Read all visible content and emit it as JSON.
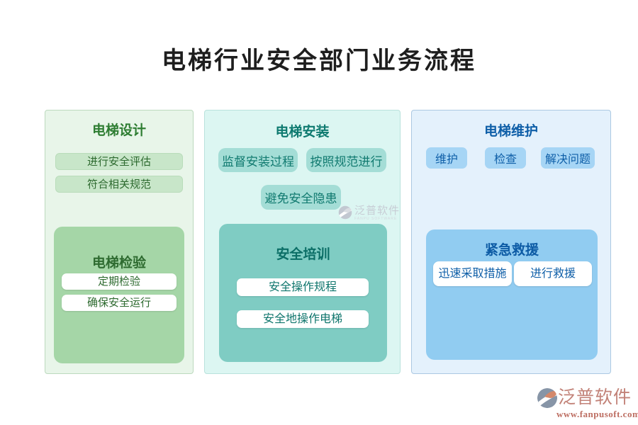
{
  "page": {
    "title": "电梯行业安全部门业务流程"
  },
  "columns": [
    {
      "header": "电梯设计",
      "items": [
        "进行安全评估",
        "符合相关规范"
      ],
      "subpanel": {
        "header": "电梯检验",
        "items": [
          "定期检验",
          "确保安全运行"
        ]
      },
      "theme": {
        "bg": "#e8f5e9",
        "pill_bg": "#c8e6c9",
        "subpanel_bg": "#a5d6a7",
        "text": "#2e7d32"
      }
    },
    {
      "header": "电梯安装",
      "items": [
        "监督安装过程",
        "按照规范进行",
        "避免安全隐患"
      ],
      "subpanel": {
        "header": "安全培训",
        "items": [
          "安全操作规程",
          "安全地操作电梯"
        ]
      },
      "theme": {
        "bg": "#dcf6f2",
        "pill_bg": "#a4ddd6",
        "subpanel_bg": "#7fccc3",
        "text": "#0e7a70"
      }
    },
    {
      "header": "电梯维护",
      "items": [
        "维护",
        "检查",
        "解决问题"
      ],
      "subpanel": {
        "header": "紧急救援",
        "items": [
          "迅速采取措施",
          "进行救援"
        ]
      },
      "theme": {
        "bg": "#e4f1fc",
        "pill_bg": "#a6d5f5",
        "subpanel_bg": "#91ccf1",
        "text": "#0f5fa8"
      }
    }
  ],
  "watermarks": {
    "center": {
      "brand": "泛普软件",
      "subtext": "FANPU SOFTWARE"
    },
    "corner": {
      "brand": "泛普软件",
      "url": "www.fanpusoft.com",
      "brand_color": "#c28278",
      "url_color": "#bd6e62",
      "logo_slate": "#8795a7",
      "logo_salmon": "#d4886a"
    }
  }
}
